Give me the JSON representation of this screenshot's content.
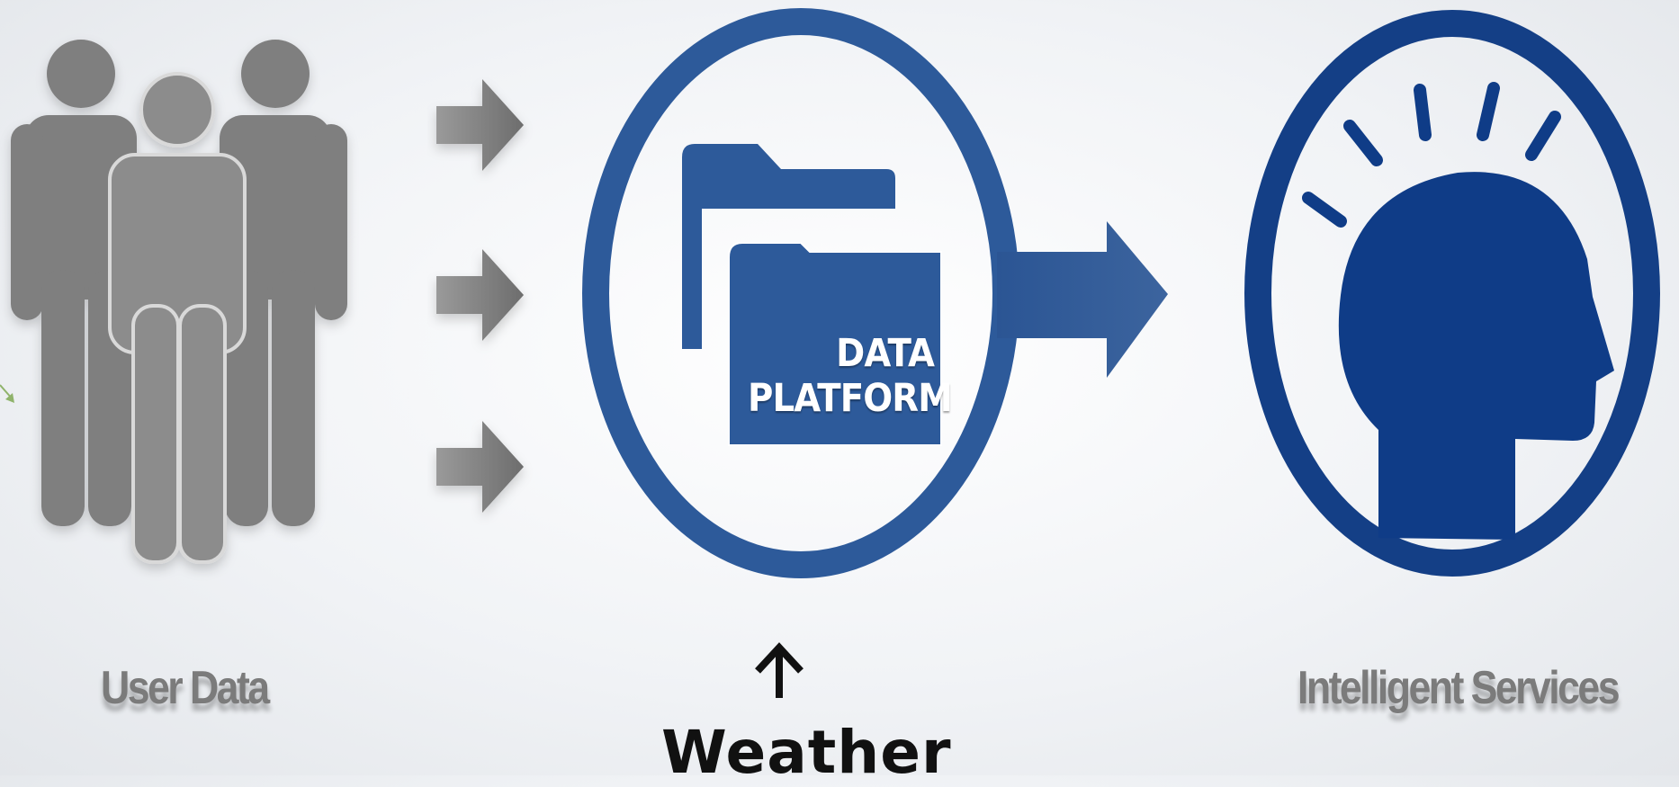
{
  "diagram": {
    "left_label": "User Data",
    "platform_label_line1": "DATA",
    "platform_label_line2": "PLATFORM",
    "right_label": "Intelligent Services",
    "bottom_label": "Weather",
    "bottom_arrow_glyph": "↑"
  },
  "colors": {
    "people_gray": "#8a8a8a",
    "arrow_gray": "#7a7a7a",
    "platform_blue": "#2d5a9a",
    "services_navy": "#143f86",
    "text_black": "#111111"
  },
  "icons": [
    "people-group-icon",
    "input-arrow-icon",
    "data-folder-icon",
    "output-arrow-icon",
    "intelligent-head-icon",
    "up-arrow-icon"
  ]
}
